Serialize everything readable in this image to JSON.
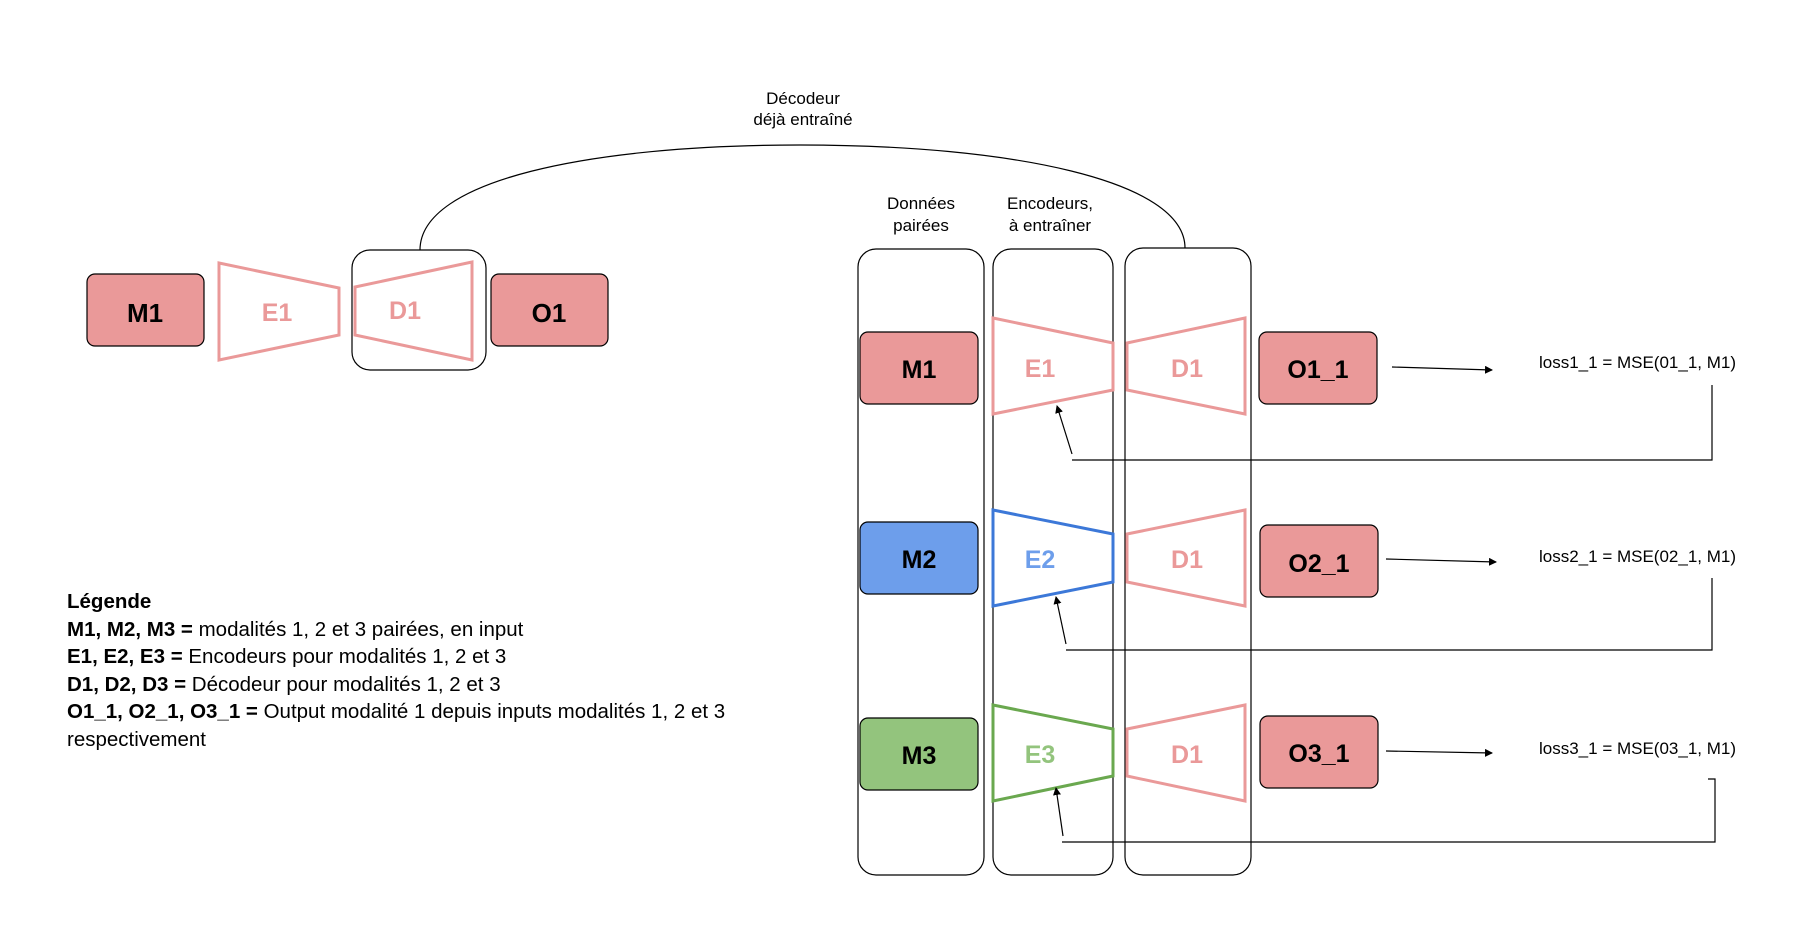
{
  "colors": {
    "red_fill": "#ea9999",
    "red_stroke": "#ea9999",
    "blue_fill": "#6d9eeb",
    "blue_stroke": "#3c78d8",
    "blue_text": "#6d9eeb",
    "green_fill": "#93c47d",
    "green_stroke": "#6aa84f",
    "green_text": "#93c47d",
    "line": "#000000"
  },
  "top_label": {
    "line1": "Décodeur",
    "line2": "déjà entraîné"
  },
  "left_pipeline": {
    "m": "M1",
    "e": "E1",
    "d": "D1",
    "o": "O1"
  },
  "column_headers": {
    "data": {
      "line1": "Données",
      "line2": "pairées"
    },
    "encoders": {
      "line1": "Encodeurs,",
      "line2": "à entraîner"
    }
  },
  "rows": [
    {
      "m": "M1",
      "e": "E1",
      "d": "D1",
      "o": "O1_1",
      "loss": "loss1_1 = MSE(01_1, M1)"
    },
    {
      "m": "M2",
      "e": "E2",
      "d": "D1",
      "o": "O2_1",
      "loss": "loss2_1 = MSE(02_1, M1)"
    },
    {
      "m": "M3",
      "e": "E3",
      "d": "D1",
      "o": "O3_1",
      "loss": "loss3_1 = MSE(03_1, M1)"
    }
  ],
  "legend": {
    "title": "Légende",
    "items": [
      {
        "key": "M1, M2, M3 =",
        "text": " modalités 1, 2 et 3 pairées, en input"
      },
      {
        "key": "E1, E2, E3 =",
        "text": " Encodeurs pour modalités 1, 2 et 3"
      },
      {
        "key": "D1, D2, D3 =",
        "text": " Décodeur pour modalités 1, 2 et 3"
      },
      {
        "key": "O1_1, O2_1, O3_1 =",
        "text": " Output modalité 1 depuis inputs modalités 1, 2 et 3 respectivement"
      }
    ]
  }
}
